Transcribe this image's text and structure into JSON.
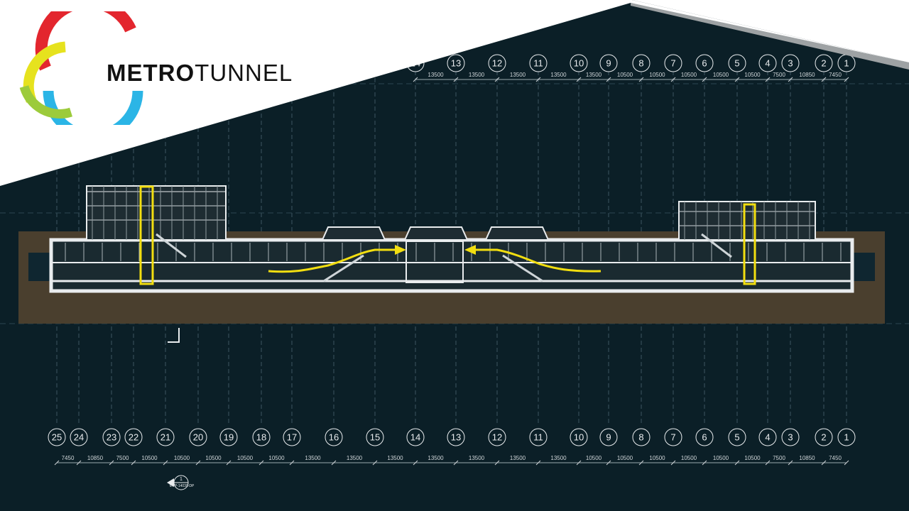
{
  "logo": {
    "brand_part1": "METRO",
    "brand_part2": "TUNNEL"
  },
  "grid_top": {
    "labels": [
      "14",
      "13",
      "12",
      "11",
      "10",
      "9",
      "8",
      "7",
      "6",
      "5",
      "4",
      "3",
      "2",
      "1"
    ],
    "dims": [
      "13500",
      "13500",
      "13500",
      "13500",
      "13500",
      "10500",
      "10500",
      "10500",
      "10500",
      "10500",
      "7500",
      "10850",
      "7450"
    ]
  },
  "grid_bottom": {
    "labels": [
      "25",
      "24",
      "23",
      "22",
      "21",
      "20",
      "19",
      "18",
      "17",
      "16",
      "15",
      "14",
      "13",
      "12",
      "11",
      "10",
      "9",
      "8",
      "7",
      "6",
      "5",
      "4",
      "3",
      "2",
      "1"
    ],
    "dims": [
      "7450",
      "10850",
      "7500",
      "10500",
      "10500",
      "10500",
      "10500",
      "10500",
      "13500",
      "13500",
      "13500",
      "13500",
      "13500",
      "13500",
      "13500",
      "10500",
      "10500",
      "10500",
      "10500",
      "10500",
      "10500",
      "7500",
      "10850",
      "7450"
    ]
  },
  "section_marker": {
    "number": "1",
    "ref": "MTP-14039-DP"
  },
  "colors": {
    "background": "#0b1f27",
    "ground": "#4a3f2e",
    "building": "#e9ecee",
    "highlight": "#f2de10",
    "logo_red": "#e3262e",
    "logo_yellow": "#e6e21e",
    "logo_blue": "#2bb5e6",
    "logo_green": "#9ccb3b"
  }
}
